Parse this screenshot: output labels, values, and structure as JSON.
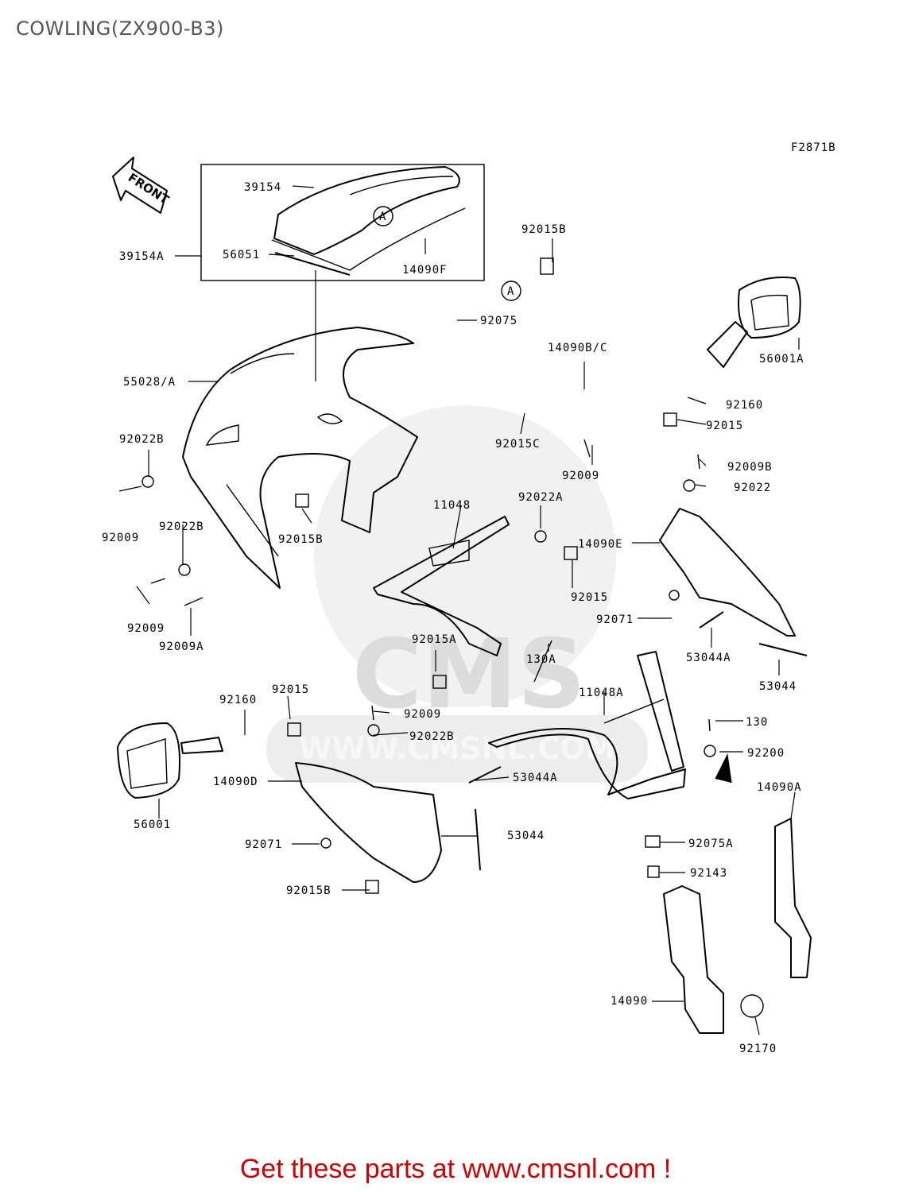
{
  "title": "COWLING(ZX900-B3)",
  "figure_code": "F2871B",
  "front_arrow_text": "FRONT",
  "reference_marker": "A",
  "watermark_text": "WWW.CMSNL.COM",
  "watermark_logo_text": "CMS",
  "promo_text": "Get these parts at www.cmsnl.com !",
  "colors": {
    "promo": "#d40000",
    "watermark": "#e6e6e6",
    "title": "#555555"
  },
  "parts": [
    {
      "id": "p1",
      "label": "39154"
    },
    {
      "id": "p2",
      "label": "39154A"
    },
    {
      "id": "p3",
      "label": "56051"
    },
    {
      "id": "p4",
      "label": "14090F"
    },
    {
      "id": "p5",
      "label": "92015B"
    },
    {
      "id": "p6",
      "label": "92075"
    },
    {
      "id": "p7",
      "label": "14090B/C"
    },
    {
      "id": "p8",
      "label": "56001A"
    },
    {
      "id": "p9",
      "label": "55028/A"
    },
    {
      "id": "p10",
      "label": "92160"
    },
    {
      "id": "p11",
      "label": "92015"
    },
    {
      "id": "p12",
      "label": "92015C"
    },
    {
      "id": "p13",
      "label": "92009"
    },
    {
      "id": "p14",
      "label": "92022B"
    },
    {
      "id": "p15",
      "label": "92009B"
    },
    {
      "id": "p16",
      "label": "92022"
    },
    {
      "id": "p17",
      "label": "11048"
    },
    {
      "id": "p18",
      "label": "92022A"
    },
    {
      "id": "p19",
      "label": "92009"
    },
    {
      "id": "p20",
      "label": "92022B"
    },
    {
      "id": "p21",
      "label": "92015B"
    },
    {
      "id": "p22",
      "label": "14090E"
    },
    {
      "id": "p23",
      "label": "92015"
    },
    {
      "id": "p24",
      "label": "92071"
    },
    {
      "id": "p25",
      "label": "92009"
    },
    {
      "id": "p26",
      "label": "92009A"
    },
    {
      "id": "p27",
      "label": "92015A"
    },
    {
      "id": "p28",
      "label": "130A"
    },
    {
      "id": "p29",
      "label": "53044A"
    },
    {
      "id": "p30",
      "label": "53044"
    },
    {
      "id": "p31",
      "label": "92015"
    },
    {
      "id": "p32",
      "label": "92160"
    },
    {
      "id": "p33",
      "label": "11048A"
    },
    {
      "id": "p34",
      "label": "92009"
    },
    {
      "id": "p35",
      "label": "130"
    },
    {
      "id": "p36",
      "label": "92022B"
    },
    {
      "id": "p37",
      "label": "92200"
    },
    {
      "id": "p38",
      "label": "14090D"
    },
    {
      "id": "p39",
      "label": "53044A"
    },
    {
      "id": "p40",
      "label": "14090A"
    },
    {
      "id": "p41",
      "label": "56001"
    },
    {
      "id": "p42",
      "label": "53044"
    },
    {
      "id": "p43",
      "label": "92071"
    },
    {
      "id": "p44",
      "label": "92075A"
    },
    {
      "id": "p45",
      "label": "92143"
    },
    {
      "id": "p46",
      "label": "92015B"
    },
    {
      "id": "p47",
      "label": "14090"
    },
    {
      "id": "p48",
      "label": "92170"
    }
  ]
}
